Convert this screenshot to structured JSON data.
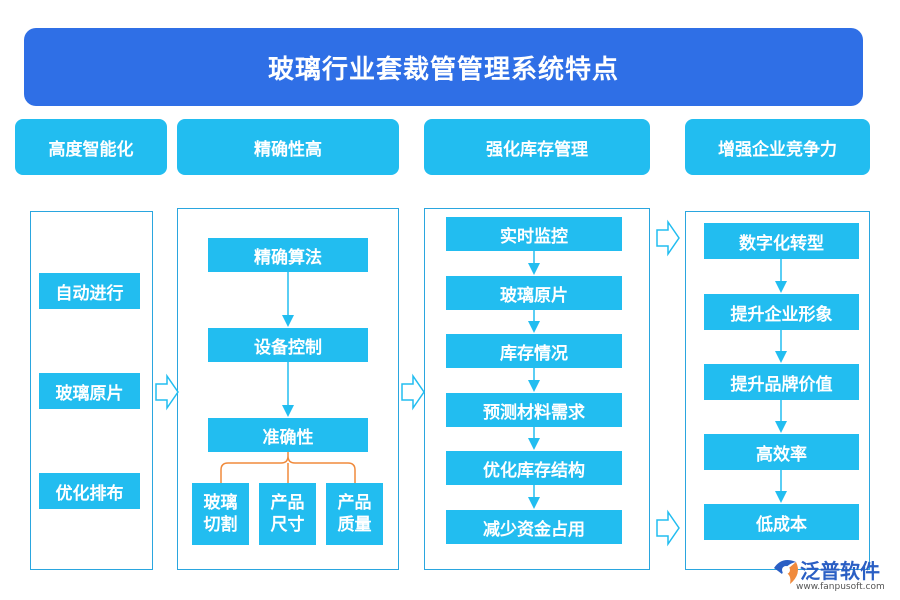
{
  "title": "玻璃行业套裁管管理系统特点",
  "columns": [
    {
      "header": "高度智能化",
      "items": [
        "自动进行",
        "玻璃原片",
        "优化排布"
      ]
    },
    {
      "header": "精确性高",
      "flow": [
        "精确算法",
        "设备控制",
        "准确性"
      ],
      "branches": [
        "玻璃\n切割",
        "产品\n尺寸",
        "产品\n质量"
      ]
    },
    {
      "header": "强化库存管理",
      "flow": [
        "实时监控",
        "玻璃原片",
        "库存情况",
        "预测材料需求",
        "优化库存结构",
        "减少资金占用"
      ]
    },
    {
      "header": "增强企业竞争力",
      "flow": [
        "数字化转型",
        "提升企业形象",
        "提升品牌价值",
        "高效率",
        "低成本"
      ]
    }
  ],
  "watermark": {
    "brand": "泛普软件",
    "url": "www.fanpusoft.com"
  },
  "colors": {
    "title_bg": "#2f6fe6",
    "box_bg": "#22bdf0",
    "panel_border": "#2aa6df",
    "bracket": "#f08a3c"
  }
}
